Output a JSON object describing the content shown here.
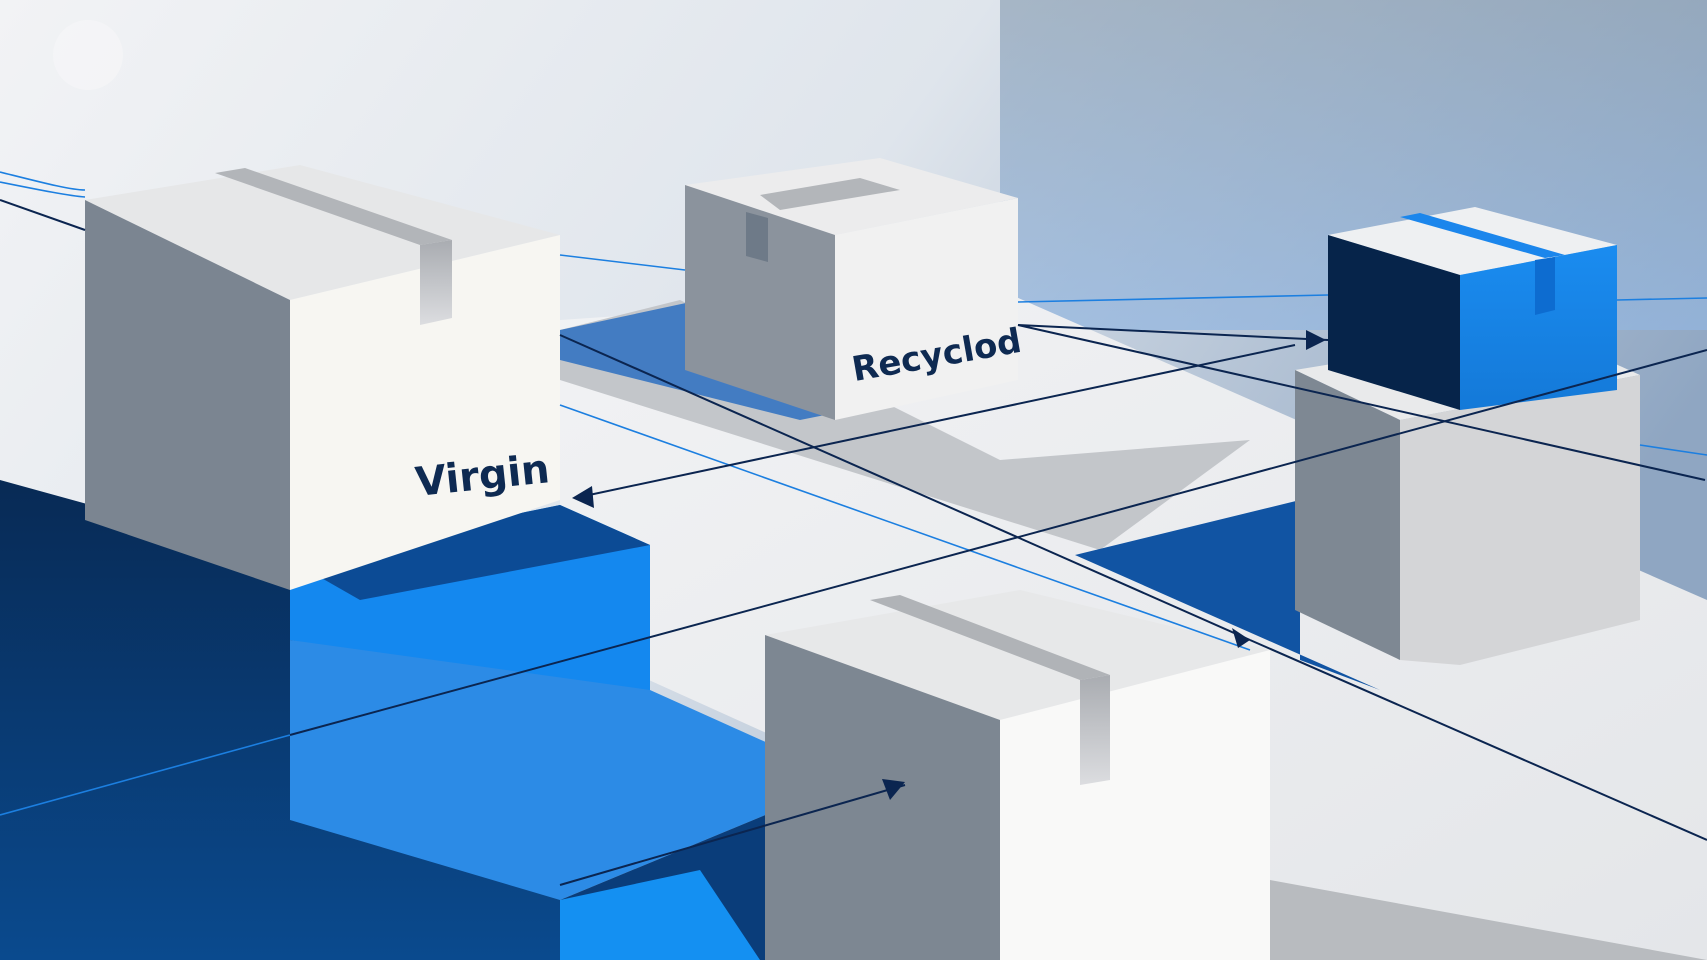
{
  "illustration": {
    "subject": "isometric cardboard boxes connected by flow arrows",
    "labels": {
      "virgin_box": "Virgin",
      "recycled_box": "Recyclod"
    },
    "colors": {
      "background_light": "#eef1f5",
      "background_blue_gray": "#8fa6c2",
      "box_white": "#f7f6f2",
      "box_top": "#e6e7e9",
      "box_shadow_side": "#7d8793",
      "tape_gray": "#b0b3b8",
      "accent_blue": "#1588ef",
      "deep_navy": "#062348",
      "arrow_navy": "#0b2550",
      "line_blue": "#1c7fe0",
      "label_text": "#0e2a52"
    }
  }
}
